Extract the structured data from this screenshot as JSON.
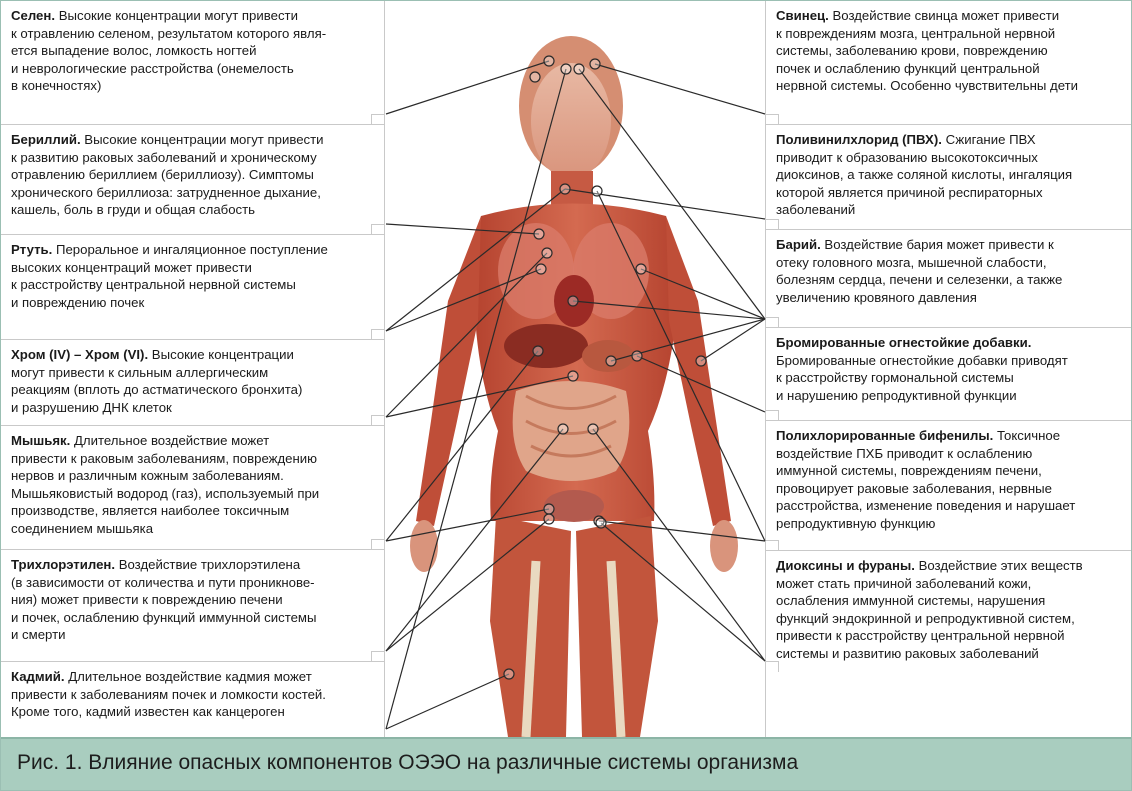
{
  "left_items": [
    {
      "name": "Селен.",
      "lines": [
        "Высокие концентрации могут привести",
        "к отравлению селеном, результатом которого явля-",
        "ется выпадение волос, ломкость ногтей",
        "и неврологические расстройства (онемелость",
        "в конечностях)"
      ]
    },
    {
      "name": "Бериллий.",
      "lines": [
        "Высокие концентрации могут привести",
        "к развитию раковых заболеваний и хроническому",
        "отравлению бериллием (бериллиозу). Симптомы",
        "хронического бериллиоза: затрудненное дыхание,",
        "кашель, боль в груди и общая слабость"
      ]
    },
    {
      "name": "Ртуть.",
      "lines": [
        "Пероральное и ингаляционное поступление",
        "высоких концентраций может привести",
        "к расстройству центральной нервной системы",
        "и повреждению почек"
      ]
    },
    {
      "name": "Хром (IV) – Хром (VI).",
      "lines": [
        "Высокие концентрации",
        "могут привести к сильным аллергическим",
        "реакциям (вплоть до астматического бронхита)",
        "и разрушению ДНК клеток"
      ]
    },
    {
      "name": "Мышьяк.",
      "lines": [
        "Длительное воздействие может",
        "привести к раковым заболеваниям, повреждению",
        "нервов и различным кожным заболеваниям.",
        "Мышьяковистый водород (газ), используемый при",
        "производстве, является наиболее токсичным",
        "соединением мышьяка"
      ]
    },
    {
      "name": "Трихлорэтилен.",
      "lines": [
        "Воздействие трихлорэтилена",
        "(в зависимости от количества и пути проникнове-",
        "ния)  может привести к повреждению печени",
        "и почек, ослаблению функций иммунной системы",
        "и смерти"
      ]
    },
    {
      "name": "Кадмий.",
      "lines": [
        "Длительное воздействие кадмия может",
        "привести к заболеваниям почек и ломкости костей.",
        "Кроме того, кадмий известен как канцероген"
      ]
    }
  ],
  "right_items": [
    {
      "name": "Свинец.",
      "lines": [
        "Воздействие свинца может привести",
        "к повреждениям мозга, центральной нервной",
        "системы, заболеванию крови, повреждению",
        "почек и ослаблению функций центральной",
        "нервной системы. Особенно чувствительны дети"
      ]
    },
    {
      "name": "Поливинилхлорид (ПВХ).",
      "lines": [
        "Сжигание ПВХ",
        "приводит к образованию высокотоксичных",
        "диоксинов, а также соляной кислоты, ингаляция",
        "которой является причиной респираторных",
        "заболеваний"
      ]
    },
    {
      "name": "Барий.",
      "lines": [
        "Воздействие бария может привести к",
        "отеку головного мозга, мышечной слабости,",
        "болезням сердца, печени и селезенки, а также",
        "увеличению кровяного давления"
      ]
    },
    {
      "name": "Бромированные огнестойкие добавки.",
      "lines": [
        "Бромированные огнестойкие добавки приводят",
        "к расстройству гормональной системы",
        "и нарушению репродуктивной функции"
      ]
    },
    {
      "name": "Полихлорированные бифенилы.",
      "lines": [
        "Токсичное",
        "воздействие ПХБ приводит к ослаблению",
        "иммунной системы, повреждениям печени,",
        "провоцирует раковые заболевания, нервные",
        "расстройства, изменение поведения и нарушает",
        "репродуктивную функцию"
      ]
    },
    {
      "name": "Диоксины и фураны.",
      "lines": [
        "Воздействие этих веществ",
        "может стать причиной заболеваний кожи,",
        "ослабления иммунной системы, нарушения",
        "функций эндокринной и репродуктивной систем,",
        "привести к расстройству центральной нервной",
        "системы и развитию раковых заболеваний"
      ]
    }
  ],
  "caption": "Рис. 1. Влияние опасных компонентов ОЭЭО на различные системы организма",
  "colors": {
    "caption_bg": "#a9cdbf",
    "frame": "#9bbfb3",
    "body": "#c9573f"
  }
}
